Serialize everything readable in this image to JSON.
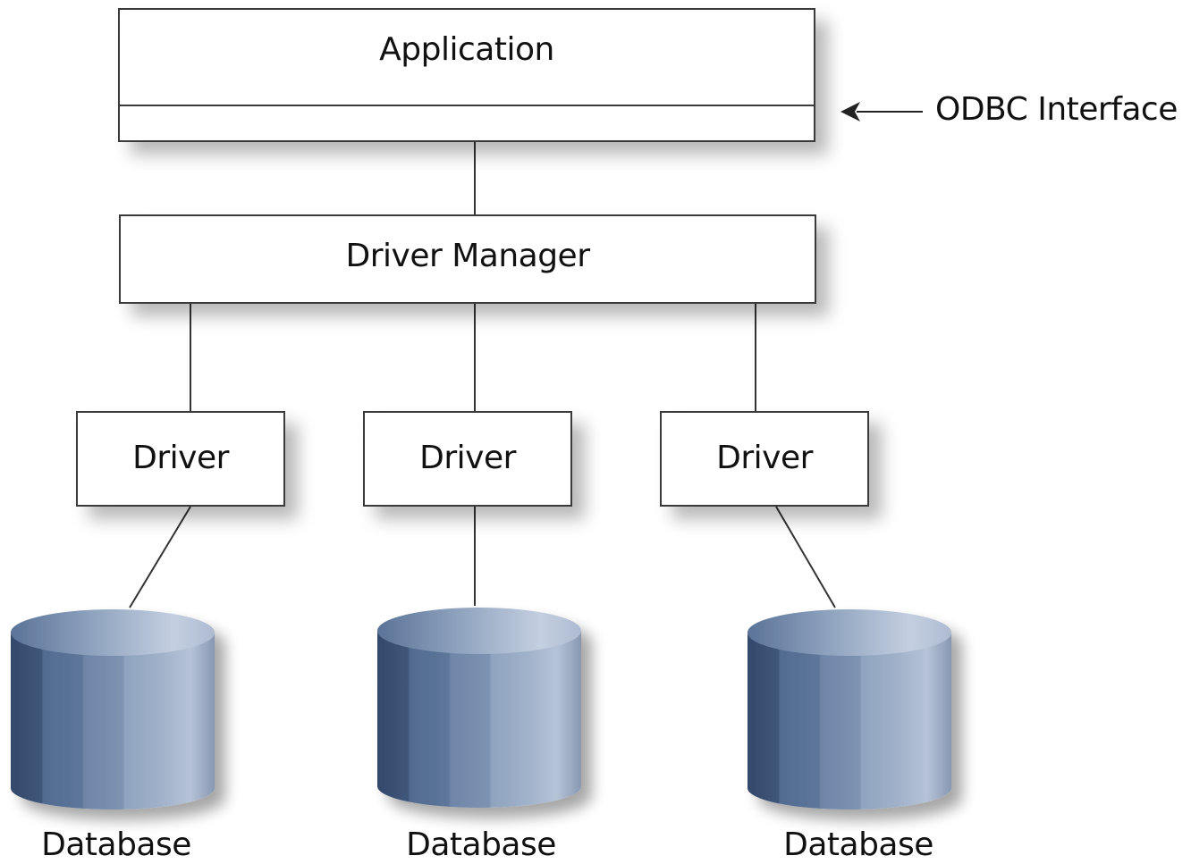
{
  "application": {
    "label": "Application"
  },
  "driver_manager": {
    "label": "Driver Manager"
  },
  "drivers": [
    {
      "label": "Driver"
    },
    {
      "label": "Driver"
    },
    {
      "label": "Driver"
    }
  ],
  "databases": [
    {
      "label": "Database"
    },
    {
      "label": "Database"
    },
    {
      "label": "Database"
    }
  ],
  "odbc_interface": {
    "label": "ODBC Interface"
  },
  "colors": {
    "cylinder_dark": "#3a5173",
    "cylinder_light": "#b6c3d9",
    "border": "#3a3a3a"
  }
}
